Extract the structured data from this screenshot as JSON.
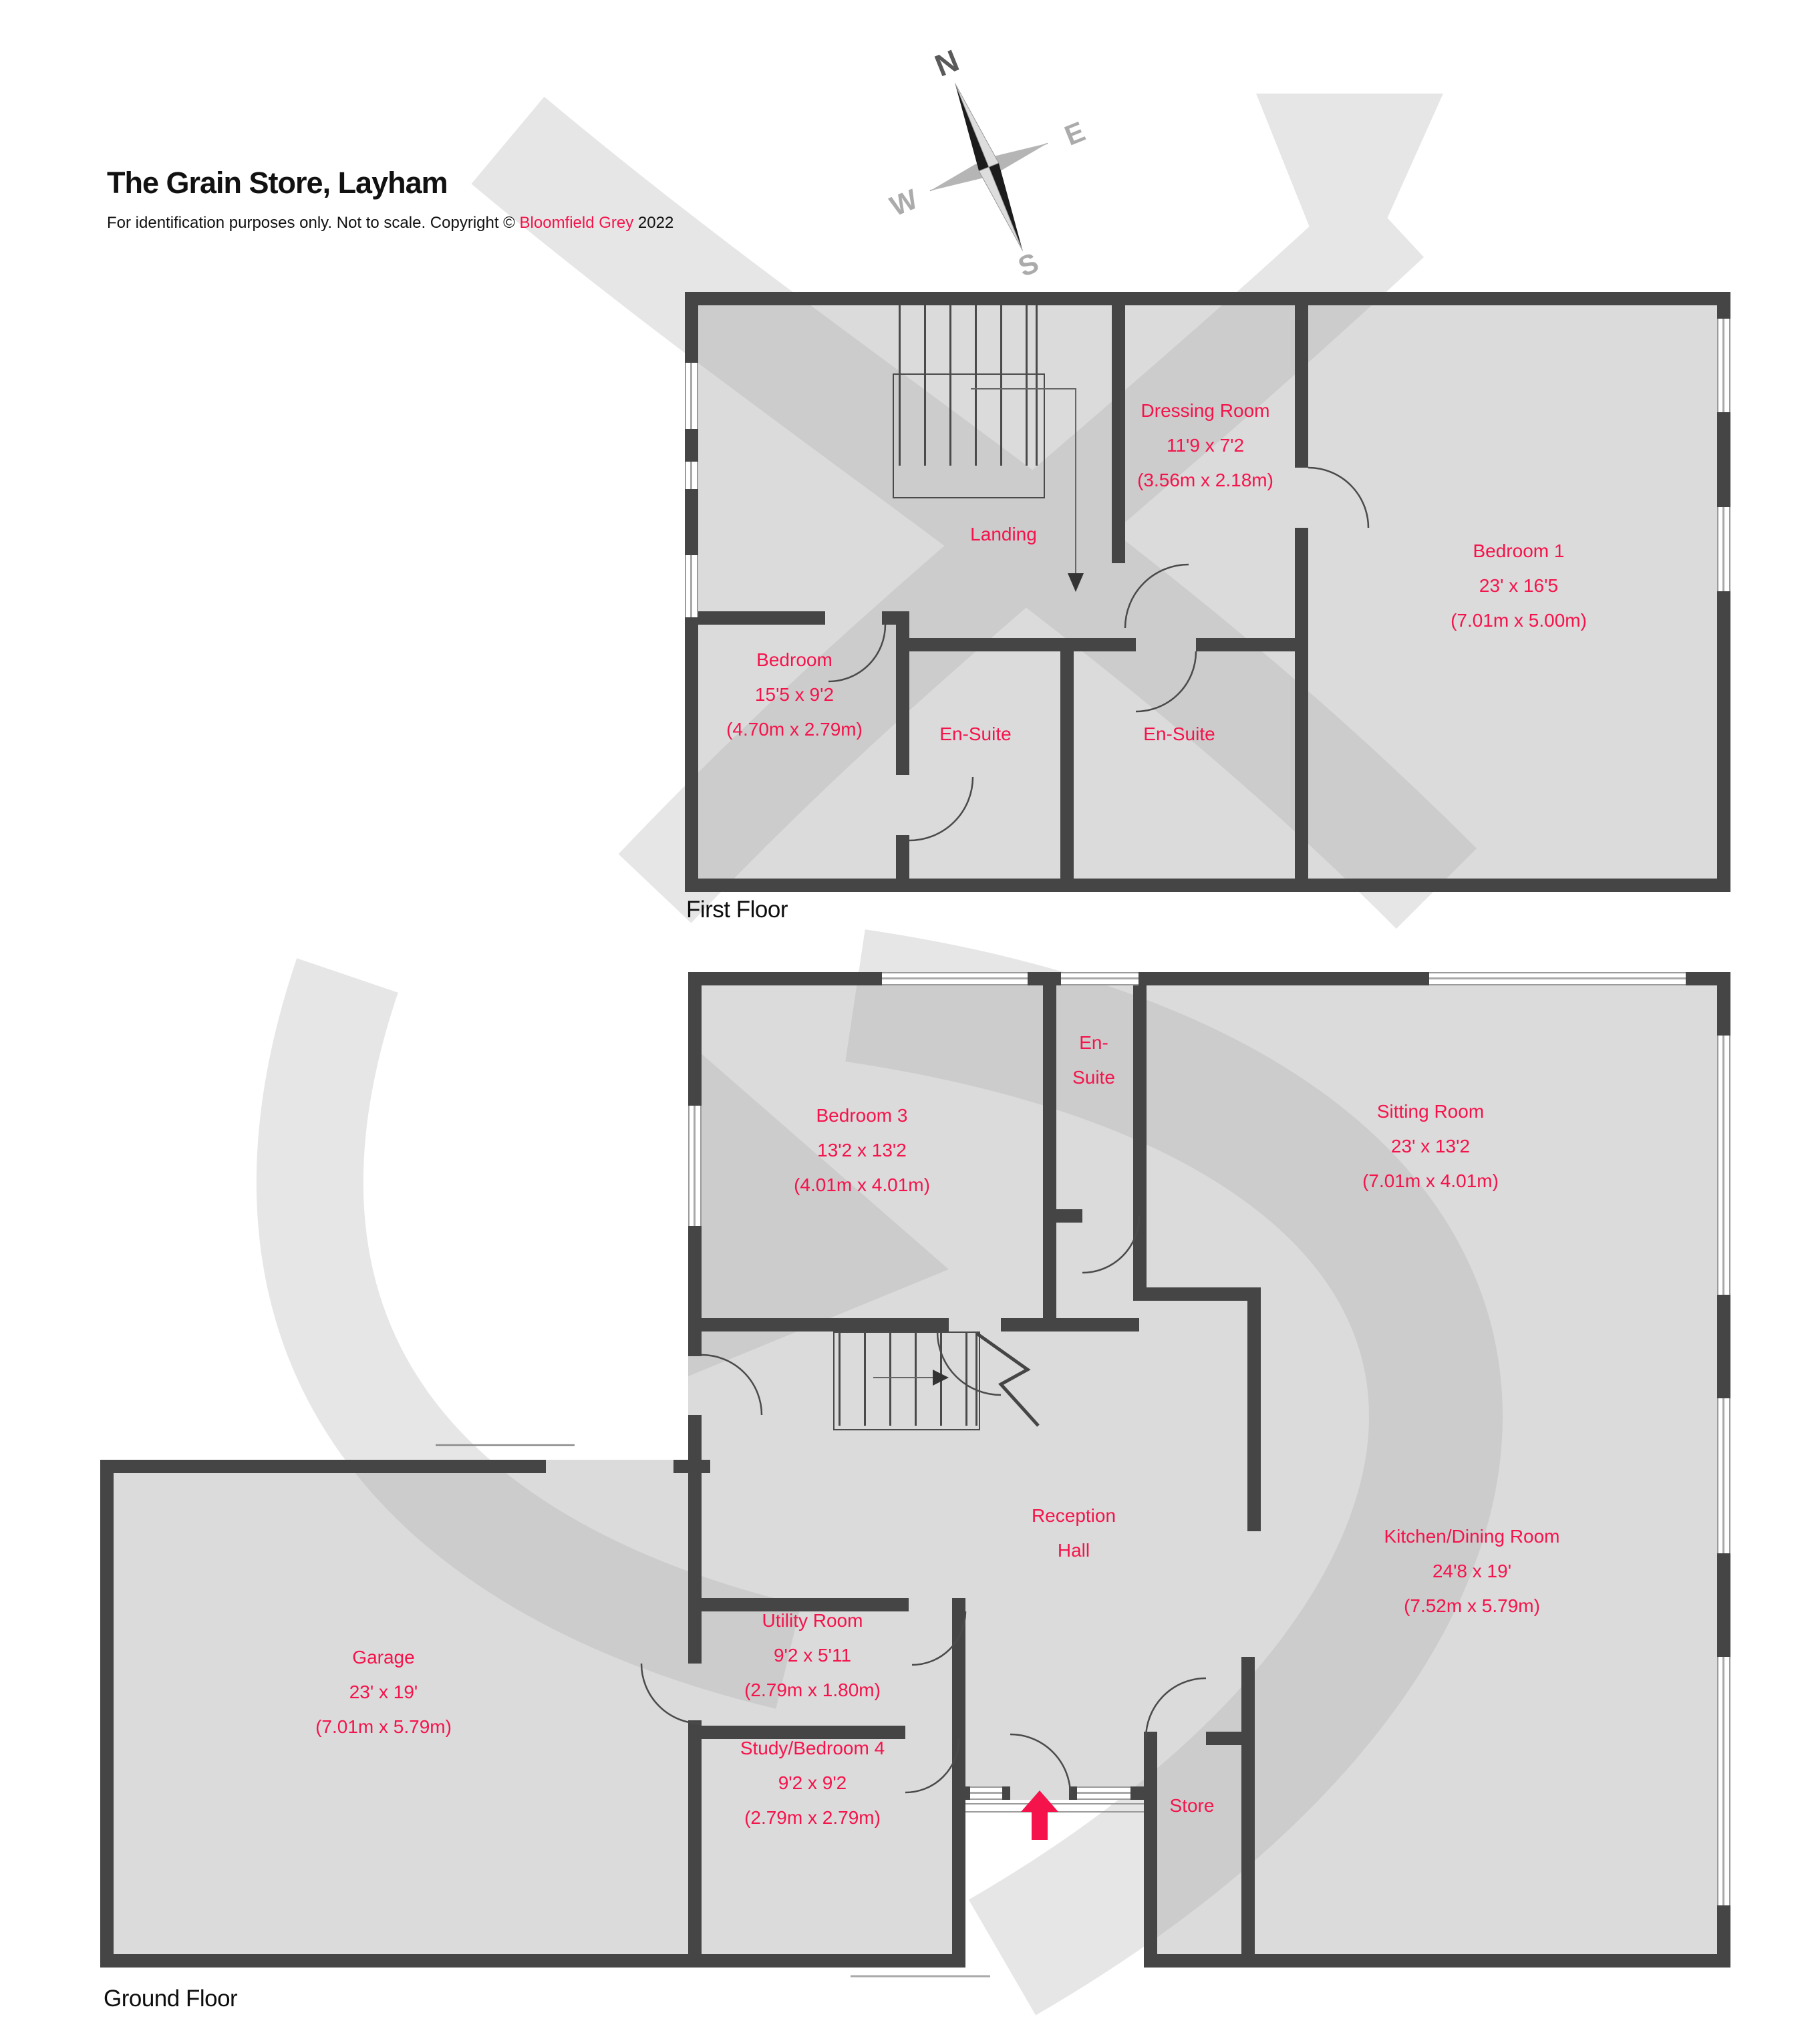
{
  "header": {
    "title": "The Grain Store, Layham",
    "disclaimer_prefix": "For identification purposes only. Not to scale. Copyright © ",
    "brand": "Bloomfield Grey",
    "year": " 2022"
  },
  "compass": {
    "north": "N",
    "east": "E",
    "west": "W",
    "south": "S"
  },
  "colors": {
    "accent": "#F5134B",
    "wall": "#454545",
    "floor": "#DBDBDB",
    "watermark": "#A3A3A3"
  },
  "floors": [
    {
      "caption": "First Floor",
      "labels": [
        {
          "id": "dressing-room",
          "lines": [
            "Dressing Room",
            "11'9 x 7'2",
            "(3.56m x 2.18m)"
          ]
        },
        {
          "id": "bedroom-1",
          "lines": [
            "Bedroom 1",
            "23' x 16'5",
            "(7.01m x 5.00m)"
          ]
        },
        {
          "id": "landing",
          "lines": [
            "Landing"
          ]
        },
        {
          "id": "bedroom",
          "lines": [
            "Bedroom",
            "15'5 x 9'2",
            "(4.70m x 2.79m)"
          ]
        },
        {
          "id": "en-suite-left",
          "lines": [
            "En-Suite"
          ]
        },
        {
          "id": "en-suite-right",
          "lines": [
            "En-Suite"
          ]
        }
      ]
    },
    {
      "caption": "Ground Floor",
      "labels": [
        {
          "id": "bedroom-3",
          "lines": [
            "Bedroom 3",
            "13'2 x 13'2",
            "(4.01m x 4.01m)"
          ]
        },
        {
          "id": "en-suite-ground",
          "lines": [
            "En-",
            "Suite"
          ]
        },
        {
          "id": "sitting-room",
          "lines": [
            "Sitting Room",
            "23' x 13'2",
            "(7.01m x 4.01m)"
          ]
        },
        {
          "id": "reception-hall",
          "lines": [
            "Reception",
            "Hall"
          ]
        },
        {
          "id": "kitchen-dining-room",
          "lines": [
            "Kitchen/Dining Room",
            "24'8 x 19'",
            "(7.52m x 5.79m)"
          ]
        },
        {
          "id": "utility-room",
          "lines": [
            "Utility Room",
            "9'2 x 5'11",
            "(2.79m x 1.80m)"
          ]
        },
        {
          "id": "study-bedroom-4",
          "lines": [
            "Study/Bedroom 4",
            "9'2 x 9'2",
            "(2.79m x 2.79m)"
          ]
        },
        {
          "id": "garage",
          "lines": [
            "Garage",
            "23' x 19'",
            "(7.01m x 5.79m)"
          ]
        },
        {
          "id": "store",
          "lines": [
            "Store"
          ]
        }
      ]
    }
  ]
}
